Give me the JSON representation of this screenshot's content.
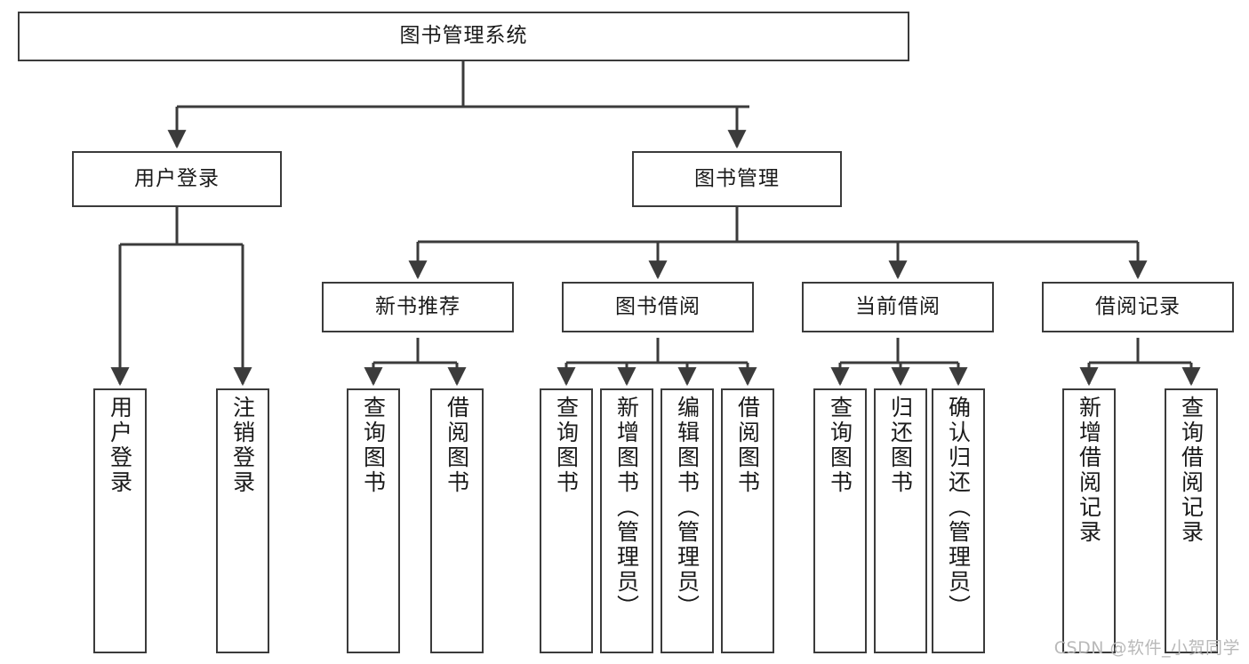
{
  "diagram": {
    "title": "图书管理系统",
    "watermark": "CSDN @软件_小贺同学",
    "line_color": "#3b3b3b",
    "box_border_color": "#3b3b3b",
    "box_fill_color": "#ffffff",
    "text_color": "#1a1a1a",
    "watermark_color": "#b9b9b9"
  },
  "nodes": {
    "root": {
      "label": "图书管理系统"
    },
    "level2": [
      {
        "label": "用户登录"
      },
      {
        "label": "图书管理"
      }
    ],
    "level3": [
      {
        "label": "新书推荐"
      },
      {
        "label": "图书借阅"
      },
      {
        "label": "当前借阅"
      },
      {
        "label": "借阅记录"
      }
    ],
    "leaves": {
      "user_login": [
        {
          "label": "用户登录"
        },
        {
          "label": "注销登录"
        }
      ],
      "new_book_recommend": [
        {
          "label": "查询图书"
        },
        {
          "label": "借阅图书"
        }
      ],
      "book_borrow": [
        {
          "label": "查询图书"
        },
        {
          "label": "新增图书（管理员）"
        },
        {
          "label": "编辑图书（管理员）"
        },
        {
          "label": "借阅图书"
        }
      ],
      "current_borrow": [
        {
          "label": "查询图书"
        },
        {
          "label": "归还图书"
        },
        {
          "label": "确认归还（管理员）"
        }
      ],
      "borrow_record": [
        {
          "label": "新增借阅记录"
        },
        {
          "label": "查询借阅记录"
        }
      ]
    }
  }
}
